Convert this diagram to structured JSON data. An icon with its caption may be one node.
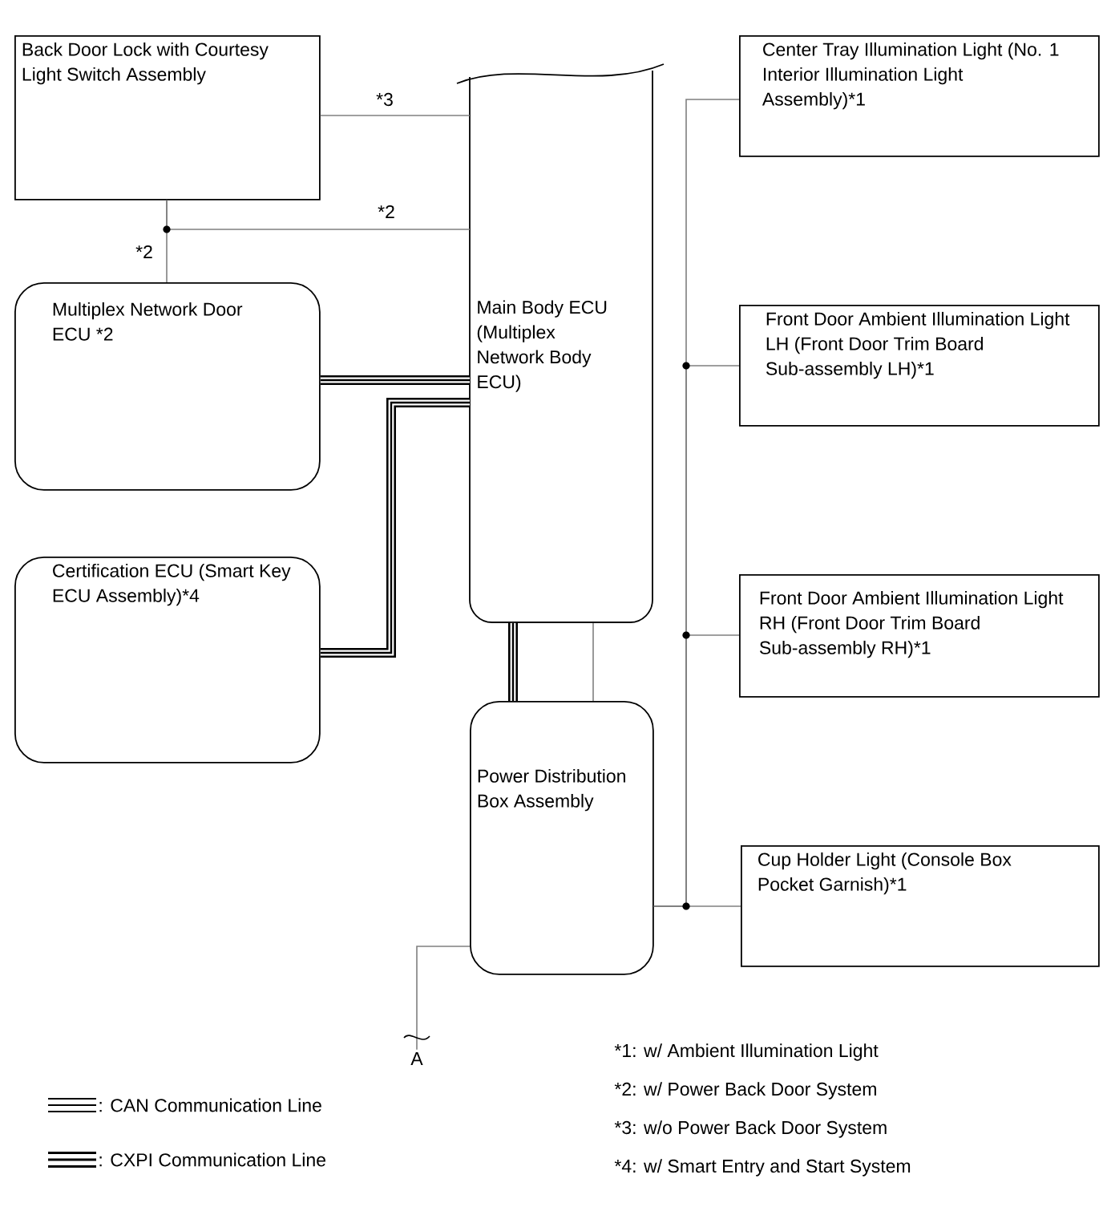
{
  "diagram": {
    "nodes": [
      {
        "text": [
          "Back Door Lock with Courtesy Light Switch Assembly"
        ]
      },
      {
        "text": [
          "Multiplex Network Door ECU *2"
        ]
      },
      {
        "text": [
          "Certification ECU (Smart Key ECU Assembly)*4"
        ]
      },
      {
        "text": [
          "Main Body ECU (Multiplex Network Body ECU)"
        ]
      },
      {
        "text": [
          "Power Distribution Box Assembly"
        ]
      },
      {
        "text": [
          "Center Tray Illumination Light (No. 1 Interior Illumination Light Assembly)*1"
        ]
      },
      {
        "text": [
          "Front Door Ambient Illumination Light LH (Front Door Trim Board Sub-assembly LH)*1"
        ]
      },
      {
        "text": [
          "Front Door Ambient Illumination Light RH (Front Door Trim Board Sub-assembly RH)*1"
        ]
      },
      {
        "text": [
          "Cup Holder Light (Console Box Pocket Garnish)*1"
        ]
      },
      {
        "text": [
          "A"
        ]
      }
    ],
    "edges": [
      {
        "from": 0,
        "to": 3,
        "arrow": "none",
        "label": "*3"
      },
      {
        "from": 0,
        "to": 1,
        "arrow": "none",
        "label": "*2"
      },
      {
        "from": 0,
        "to": 3,
        "arrow": "none",
        "label": "*2"
      },
      {
        "from": 1,
        "to": 3,
        "arrow": "none",
        "style": "thick",
        "color": "#000000"
      },
      {
        "from": 2,
        "to": 3,
        "arrow": "none",
        "style": "thick",
        "color": "#000000"
      },
      {
        "from": 3,
        "to": 4,
        "arrow": "none",
        "style": "thick",
        "color": "#000000"
      },
      {
        "from": 3,
        "to": 4,
        "arrow": "none"
      },
      {
        "from": 4,
        "to": 5,
        "arrow": "none"
      },
      {
        "from": 4,
        "to": 6,
        "arrow": "none"
      },
      {
        "from": 4,
        "to": 7,
        "arrow": "none"
      },
      {
        "from": 4,
        "to": 8,
        "arrow": "none"
      },
      {
        "from": 4,
        "to": 9,
        "arrow": "none"
      }
    ],
    "labels": [
      "*1: w/ Ambient Illumination Light",
      "*2: w/ Power Back Door System",
      "*3: w/o Power Back Door System",
      "*4: w/ Smart Entry and Start System"
    ],
    "legend": [
      {
        "text": ": CAN Communication Line"
      },
      {
        "text": ": CXPI Communication Line"
      }
    ]
  }
}
